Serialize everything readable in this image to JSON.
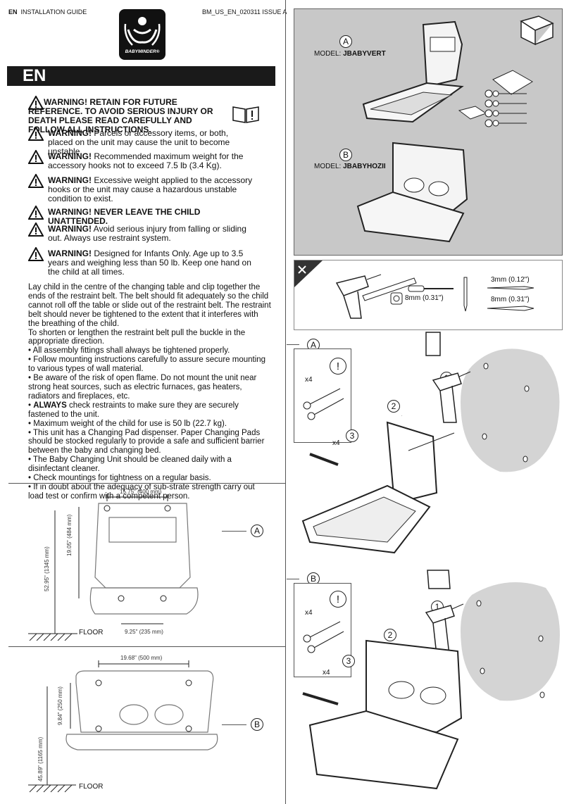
{
  "header": {
    "lang_code": "EN",
    "guide_title": "INSTALLATION GUIDE",
    "doc_ref": "BM_US_EN_020311 ISSUE A",
    "brand": "BABYMINDER®"
  },
  "section_label": "EN",
  "warnings": [
    {
      "bold": "WARNING! RETAIN FOR FUTURE REFERENCE. TO AVOID SERIOUS INJURY OR DEATH PLEASE READ CAREFULLY AND FOLLOW ALL INSTRUCTIONS.",
      "text": ""
    },
    {
      "bold": "WARNING!",
      "text": " Parcels or accessory items, or both, placed on the unit may cause the unit to become unstable."
    },
    {
      "bold": "WARNING!",
      "text": " Recommended maximum weight for the accessory hooks not to exceed 7.5 lb (3.4 Kg)."
    },
    {
      "bold": "WARNING!",
      "text": " Excessive weight applied to the accessory hooks or the unit may cause a hazardous unstable condition to exist."
    },
    {
      "bold": "WARNING! NEVER LEAVE THE CHILD UNATTENDED.",
      "text": ""
    },
    {
      "bold": "WARNING!",
      "text": " Avoid serious injury from falling or sliding out. Always use restraint system."
    },
    {
      "bold": "WARNING!",
      "text": " Designed for Infants Only.  Age up to 3.5 years and weighing less than 50 lb.  Keep one hand on the child at all times."
    }
  ],
  "instructions": {
    "intro": "Lay child in the centre of the changing table and clip together the ends of the restraint belt. The belt should fit adequately so the child cannot roll off the table or slide out of the restraint belt. The restraint belt should never be tightened to the extent that it interferes with the breathing of the child.",
    "shorten": "To shorten or lengthen the restraint belt pull the buckle in the appropriate direction.",
    "b1": "• All assembly fittings shall always be tightened properly.",
    "b2": "• Follow mounting instructions carefully to assure secure mounting to various types of wall material.",
    "b3": "• Be aware of the risk of open flame. Do not mount the unit near strong heat sources, such as electric furnaces, gas heaters, radiators and fireplaces, etc.",
    "b4_bold": "ALWAYS",
    "b4_prefix": "• ",
    "b4_rest": " check restraints to make sure they are securely fastened to the unit.",
    "b5": "• Maximum weight of the child for use is 50 lb (22.7 kg).",
    "b6": "• This unit has a Changing Pad dispenser. Paper Changing Pads should be stocked regularly to provide a safe and sufficient barrier between the baby and changing bed.",
    "b7": "• The Baby Changing Unit should be cleaned daily with a disinfectant cleaner.",
    "b8": "• Check mountings for tightness on a regular basis.",
    "b9": "• If in doubt about the adequacy of sub-strate strength carry out load test or confirm with a competent person."
  },
  "models": {
    "a_letter": "A",
    "a_label": "MODEL: ",
    "a_name": "JBABYVERT",
    "b_letter": "B",
    "b_label": "MODEL: ",
    "b_name": "JBABYHOZII"
  },
  "tools": {
    "bit_8mm_left": "8mm (0.31\")",
    "bit_3mm": "3mm (0.12\")",
    "bit_8mm_right": "8mm (0.31\")"
  },
  "steps_a": {
    "letter": "A",
    "x4_top": "x4",
    "x4_side": "x4",
    "s1": "1",
    "s2": "2",
    "s3": "3",
    "alert": "!"
  },
  "steps_b": {
    "letter": "B",
    "x4_top": "x4",
    "x4_side": "x4",
    "s1": "1",
    "s2": "2",
    "s3": "3",
    "alert": "!"
  },
  "diagram_a": {
    "width": "15.75\" (400 mm)",
    "height_inner": "19.05\" (484 mm)",
    "height_total": "52.95\" (1345 mm)",
    "bottom": "9.25\" (235 mm)",
    "floor": "FLOOR",
    "letter": "A"
  },
  "diagram_b": {
    "width": "19.68\" (500 mm)",
    "height_inner": "9.84\" (250 mm)",
    "height_total": "45.89\" (1165 mm)",
    "floor": "FLOOR",
    "letter": "B"
  }
}
